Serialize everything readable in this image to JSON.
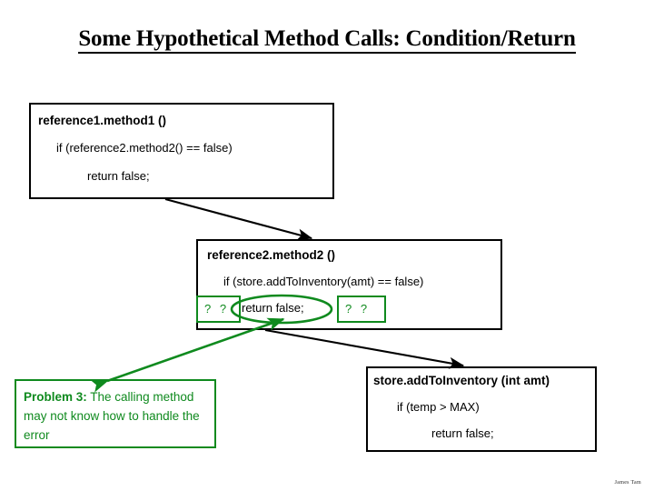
{
  "slide": {
    "title": "Some Hypothetical Method Calls: Condition/Return",
    "signature": "James  Tam"
  },
  "colors": {
    "ink": "#000000",
    "highlight_green": "#0f8a1e",
    "background": "#ffffff"
  },
  "boxes": {
    "method1": {
      "header": "reference1.method1 ()",
      "line1": "if (reference2.method2() == false)",
      "line2": "return false;"
    },
    "method2": {
      "header": "reference2.method2 ()",
      "line1": "if (store.addToInventory(amt) == false)",
      "line2": "return false;",
      "question_left": "? ?",
      "question_right": "? ?"
    },
    "add_to_inventory": {
      "header": "store.addToInventory (int amt)",
      "line1": "if (temp > MAX)",
      "line2": "return false;"
    }
  },
  "callout": {
    "label_bold": "Problem 3:",
    "label_rest": "  The calling method may not know how to handle the error"
  }
}
